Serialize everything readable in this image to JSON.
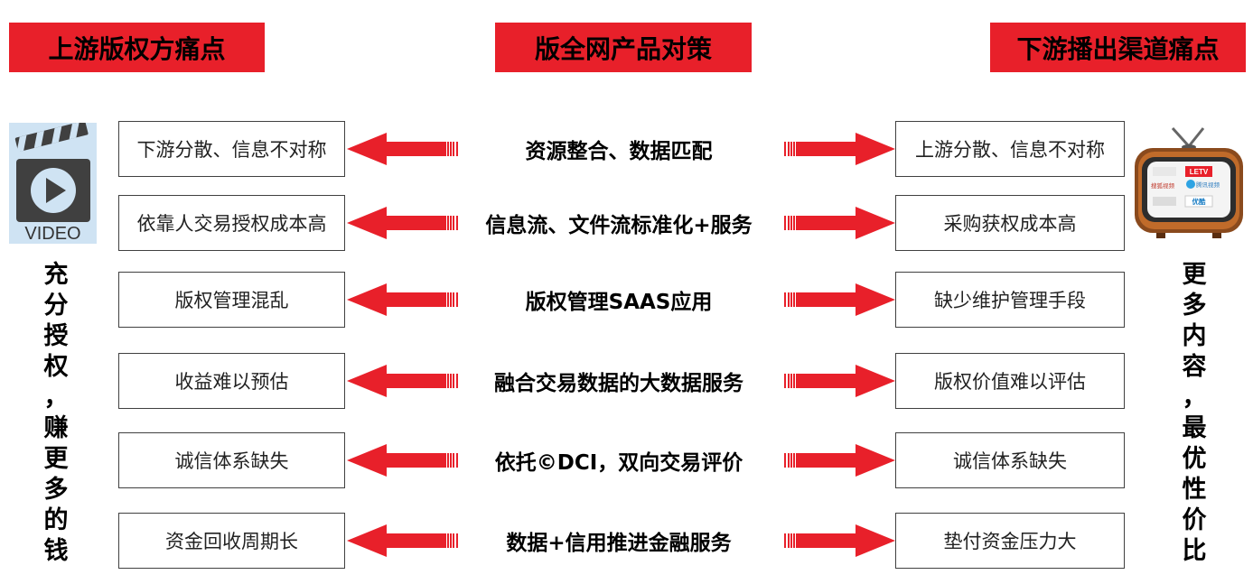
{
  "headers": {
    "left": "上游版权方痛点",
    "center": "版全网产品对策",
    "right": "下游播出渠道痛点"
  },
  "rows": [
    {
      "left": "下游分散、信息不对称",
      "center": "资源整合、数据匹配",
      "right": "上游分散、信息不对称"
    },
    {
      "left": "依靠人交易授权成本高",
      "center": "信息流、文件流标准化+服务",
      "right": "采购获权成本高"
    },
    {
      "left": "版权管理混乱",
      "center": "版权管理SAAS应用",
      "right": "缺少维护管理手段"
    },
    {
      "left": "收益难以预估",
      "center": "融合交易数据的大数据服务",
      "right": "版权价值难以评估"
    },
    {
      "left": "诚信体系缺失",
      "center": "依托©DCI，双向交易评价",
      "right": "诚信体系缺失"
    },
    {
      "left": "资金回收周期长",
      "center": "数据+信用推进金融服务",
      "right": "垫付资金压力大"
    }
  ],
  "side_left": [
    "充",
    "分",
    "授",
    "权",
    "，",
    "赚",
    "更",
    "多",
    "的",
    "钱"
  ],
  "side_right": [
    "更",
    "多",
    "内",
    "容",
    "，",
    "最",
    "优",
    "性",
    "价",
    "比"
  ],
  "icons": {
    "left": "video-clapperboard-icon",
    "left_label": "VIDEO",
    "right": "television-icon"
  },
  "tv_logos": [
    "LETV",
    "搜狐视频",
    "腾讯视频",
    "优酷"
  ],
  "colors": {
    "accent_red": "#e8202a",
    "arrow_red": "#e8202a",
    "video_icon_bg": "#cfe3f3",
    "video_icon_dark": "#404040"
  }
}
